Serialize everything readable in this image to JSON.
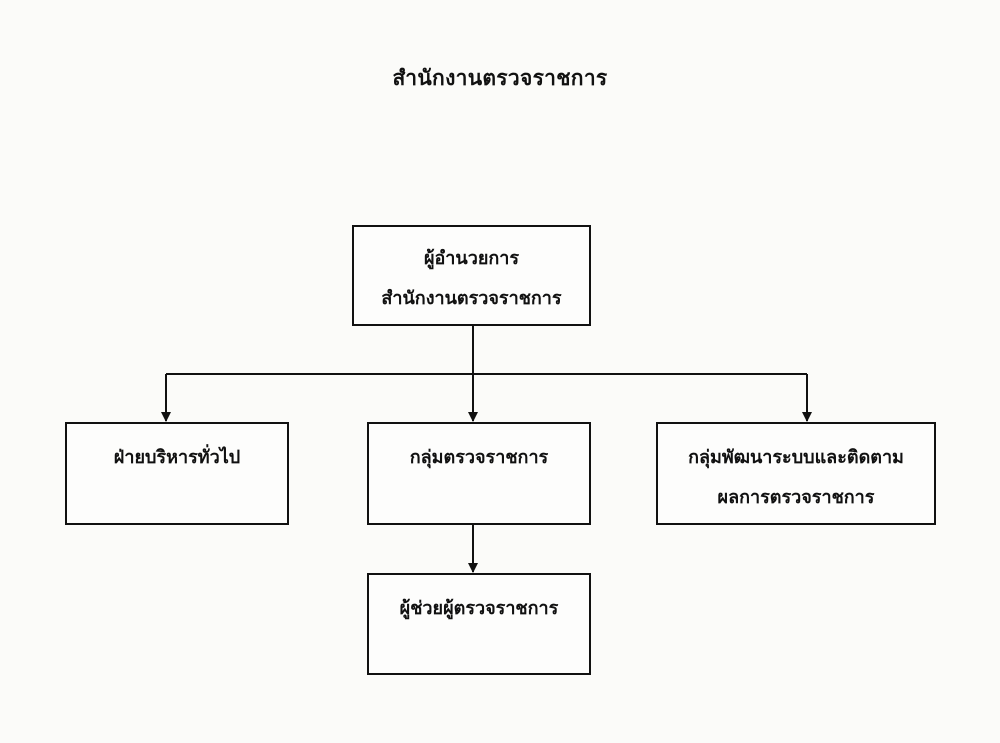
{
  "title": "สำนักงานตรวจราชการ",
  "boxes": {
    "director": {
      "line1": "ผู้อำนวยการ",
      "line2": "สำนักงานตรวจราชการ"
    },
    "admin": {
      "line1": "ฝ่ายบริหารทั่วไป"
    },
    "inspection": {
      "line1": "กลุ่มตรวจราชการ"
    },
    "development": {
      "line1": "กลุ่มพัฒนาระบบและติดตาม",
      "line2": "ผลการตรวจราชการ"
    },
    "assistant": {
      "line1": "ผู้ช่วยผู้ตรวจราชการ"
    }
  },
  "colors": {
    "line": "#111111",
    "background": "#fbfbf9"
  }
}
